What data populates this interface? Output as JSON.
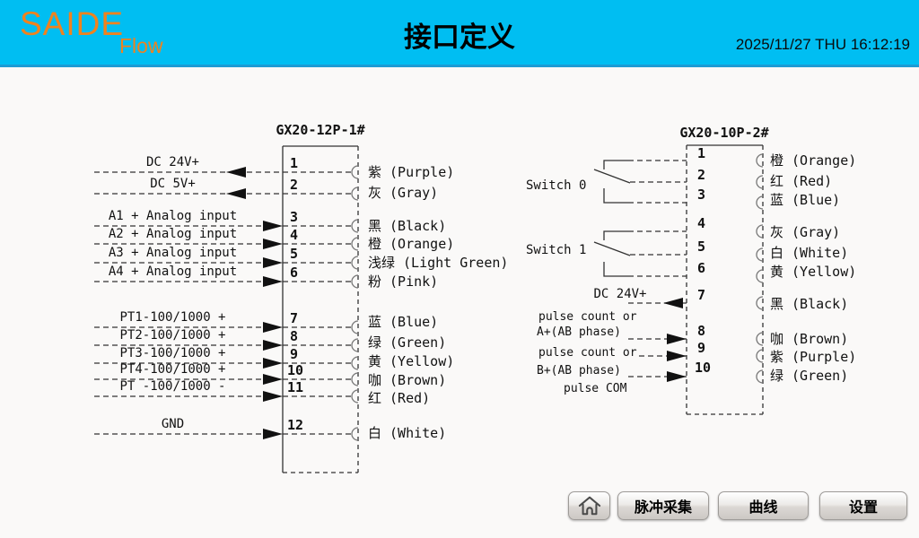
{
  "header": {
    "logo_primary": "SAIDE",
    "logo_secondary": "Flow",
    "title": "接口定义",
    "datetime": "2025/11/27 THU 16:12:19"
  },
  "colors": {
    "header_bg": "#00BEF2",
    "header_edge": "#1D9BD4",
    "logo_orange": "#F0821E",
    "line_color": "#333333"
  },
  "left_connector": {
    "title": "GX20-12P-1#",
    "pins": [
      {
        "no": "1",
        "signal": "DC 24V+",
        "wire": "紫 (Purple)",
        "direction": "out"
      },
      {
        "no": "2",
        "signal": "DC 5V+",
        "wire": "灰 (Gray)",
        "direction": "out"
      },
      {
        "no": "3",
        "signal": "A1 + Analog input",
        "wire": "黑 (Black)",
        "direction": "in"
      },
      {
        "no": "4",
        "signal": "A2 + Analog input",
        "wire": "橙 (Orange)",
        "direction": "in"
      },
      {
        "no": "5",
        "signal": "A3 + Analog input",
        "wire": "浅绿 (Light Green)",
        "direction": "in"
      },
      {
        "no": "6",
        "signal": "A4 + Analog input",
        "wire": "粉 (Pink)",
        "direction": "in"
      },
      {
        "no": "7",
        "signal": "PT1-100/1000 +",
        "wire": "蓝 (Blue)",
        "direction": "in"
      },
      {
        "no": "8",
        "signal": "PT2-100/1000 +",
        "wire": "绿 (Green)",
        "direction": "in"
      },
      {
        "no": "9",
        "signal": "PT3-100/1000 +",
        "wire": "黄 (Yellow)",
        "direction": "in"
      },
      {
        "no": "10",
        "signal": "PT4-100/1000 +",
        "wire": "咖 (Brown)",
        "direction": "in"
      },
      {
        "no": "11",
        "signal": "PT -100/1000 -",
        "wire": "红 (Red)",
        "direction": "in"
      },
      {
        "no": "12",
        "signal": "GND",
        "wire": "白 (White)",
        "direction": "in"
      }
    ]
  },
  "right_connector": {
    "title": "GX20-10P-2#",
    "switch0_label": "Switch 0",
    "switch1_label": "Switch 1",
    "dc_label": "DC 24V+",
    "pulse_labels": {
      "l1": "pulse count or",
      "l2": "A+(AB phase)",
      "l3": "pulse count or",
      "l4": "B+(AB phase)",
      "l5": "pulse COM"
    },
    "pins": [
      {
        "no": "1",
        "wire": "橙 (Orange)"
      },
      {
        "no": "2",
        "wire": "红 (Red)"
      },
      {
        "no": "3",
        "wire": "蓝 (Blue)"
      },
      {
        "no": "4",
        "wire": "灰 (Gray)"
      },
      {
        "no": "5",
        "wire": "白 (White)"
      },
      {
        "no": "6",
        "wire": "黄 (Yellow)"
      },
      {
        "no": "7",
        "wire": "黑 (Black)"
      },
      {
        "no": "8",
        "wire": "咖 (Brown)"
      },
      {
        "no": "9",
        "wire": "紫 (Purple)"
      },
      {
        "no": "10",
        "wire": "绿 (Green)"
      }
    ]
  },
  "toolbar": {
    "home_icon": "home-icon",
    "pulse_label": "脉冲采集",
    "curve_label": "曲线",
    "settings_label": "设置"
  }
}
